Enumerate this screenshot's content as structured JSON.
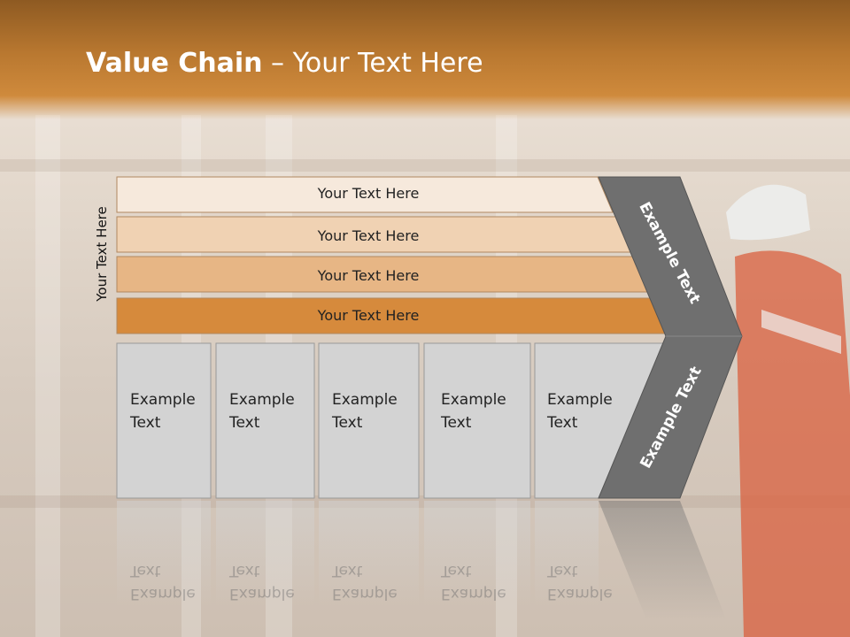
{
  "slide": {
    "title_bold": "Value Chain",
    "title_rest": " – Your Text Here",
    "side_label": "Your Text Here"
  },
  "bands": [
    {
      "label": "Your Text Here",
      "color": "#f6e9dc"
    },
    {
      "label": "Your Text Here",
      "color": "#f0d2b3"
    },
    {
      "label": "Your Text Here",
      "color": "#e7b685"
    },
    {
      "label": "Your Text Here",
      "color": "#d68a3c"
    }
  ],
  "boxes": [
    {
      "line1": "Example",
      "line2": "Text"
    },
    {
      "line1": "Example",
      "line2": "Text"
    },
    {
      "line1": "Example",
      "line2": "Text"
    },
    {
      "line1": "Example",
      "line2": "Text"
    },
    {
      "line1": "Example",
      "line2": "Text"
    }
  ],
  "arrow": {
    "upper_label": "Example Text",
    "lower_label": "Example Text",
    "color": "#6f6f6f"
  },
  "colors": {
    "box_fill": "#d3d3d3",
    "header": "#b97830"
  }
}
